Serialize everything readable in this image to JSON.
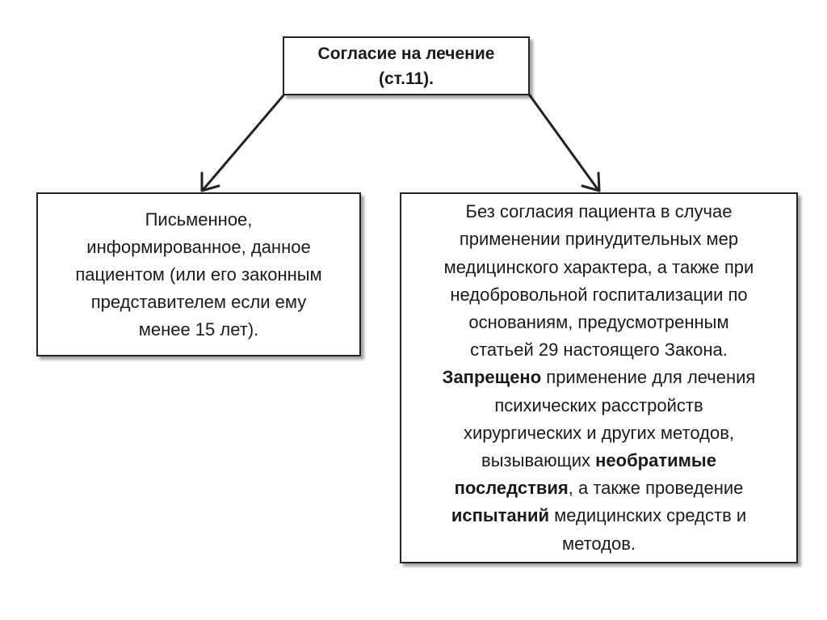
{
  "diagram": {
    "top": {
      "line1": "Согласие на лечение",
      "line2": "(ст.11)."
    },
    "left": {
      "lines": [
        "Письменное,",
        "информированное, данное",
        "пациентом (или его законным",
        "представителем если ему",
        "менее 15 лет)."
      ]
    },
    "right": {
      "l1": "Без согласия пациента в случае",
      "l2": "применении принудительных мер",
      "l3": "медицинского характера, а также при",
      "l4": "недобровольной госпитализации по",
      "l5": "основаниям, предусмотренным",
      "l6": "статьей 29 настоящего Закона.",
      "l7_bold": "Запрещено",
      "l7_rest": " применение для лечения",
      "l8": "психических расстройств",
      "l9": "хирургических и других методов,",
      "l10_pre": "вызывающих ",
      "l10_bold": "необратимые",
      "l11_bold": "последствия",
      "l11_rest": ", а также проведение",
      "l12_bold": "испытаний",
      "l12_rest": " медицинских средств и",
      "l13": "методов."
    },
    "colors": {
      "border": "#222222",
      "text": "#1a1a1a",
      "background": "#ffffff"
    }
  }
}
